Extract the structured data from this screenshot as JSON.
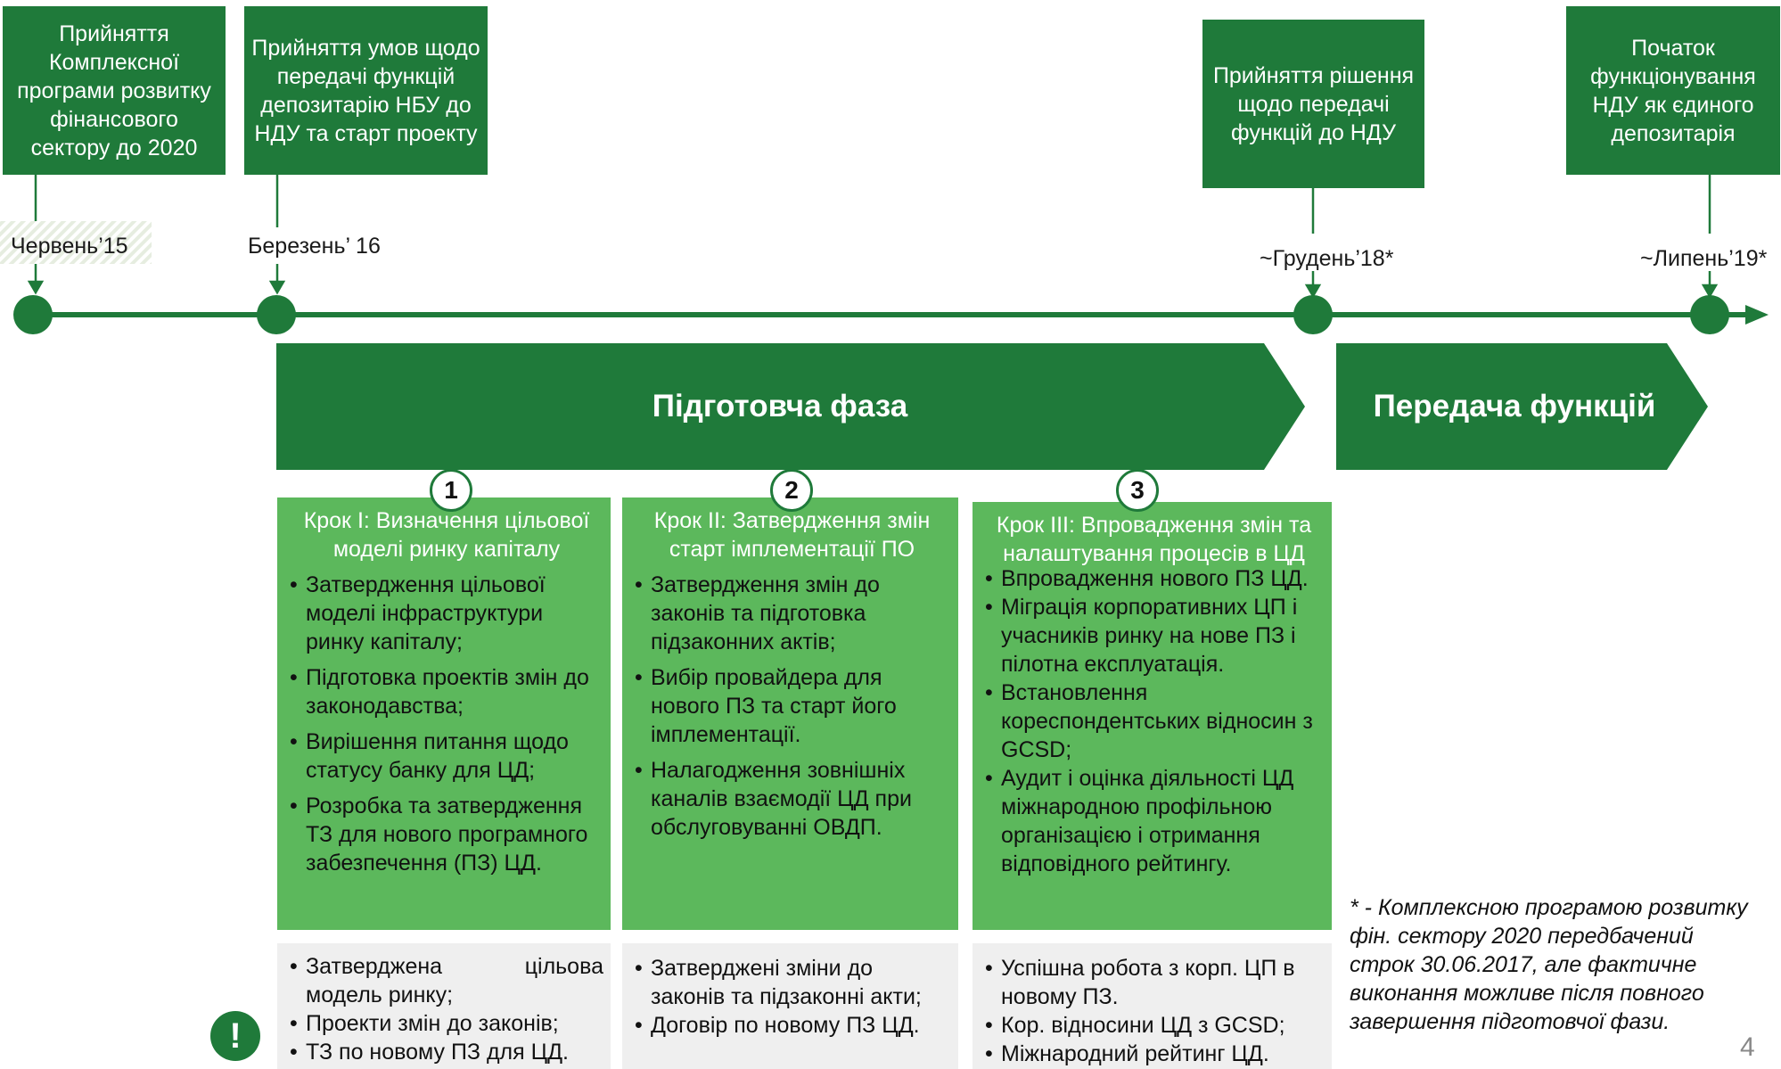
{
  "milestones": [
    {
      "box_text": "Прийняття Комплексної програми розвитку фінансового сектору до 2020",
      "date": "Червень’15"
    },
    {
      "box_text": "Прийняття умов щодо передачі функцій депозитарію НБУ до НДУ та старт проекту",
      "date": "Березень’ 16"
    },
    {
      "box_text": "Прийняття рішення щодо передачі функцій до НДУ",
      "date": "~Грудень’18*"
    },
    {
      "box_text": "Початок функціонування НДУ як єдиного депозитарія",
      "date": "~Липень’19*"
    }
  ],
  "phases": {
    "prep": "Підготовча фаза",
    "transfer": "Передача функцій"
  },
  "steps": [
    {
      "number": "1",
      "title": "Крок І: Визначення цільової моделі ринку капіталу",
      "bullets": [
        "Затвердження цільової моделі інфраструктури ринку капіталу;",
        "Підготовка проектів змін до законодавства;",
        "Вирішення питання щодо статусу банку для ЦД;",
        "Розробка та затвердження ТЗ для нового програмного забезпечення (ПЗ) ЦД."
      ],
      "results": [
        "Затверджена цільова модель ринку;",
        "Проекти змін до законів;",
        "ТЗ по новому ПЗ для ЦД."
      ]
    },
    {
      "number": "2",
      "title": "Крок ІІ: Затвердження змін старт імплементації ПО",
      "bullets": [
        "Затвердження змін до законів та підготовка підзаконних актів;",
        "Вибір провайдера для нового ПЗ та старт його імплементації.",
        "Налагодження зовнішніх каналів взаємодії ЦД при обслуговуванні ОВДП."
      ],
      "results": [
        "Затверджені зміни до законів та підзаконні акти;",
        "Договір по новому ПЗ ЦД."
      ]
    },
    {
      "number": "3",
      "title": "Крок ІІІ: Впровадження змін та налаштування процесів в ЦД",
      "bullets": [
        "Впровадження нового ПЗ ЦД.",
        "Міграція корпоративних ЦП і учасників ринку на нове ПЗ і пілотна експлуатація.",
        "Встановлення кореспондентських відносин з GCSD;",
        "Аудит і оцінка діяльності ЦД міжнародною профільною організацією і отримання відповідного рейтингу."
      ],
      "results": [
        "Успішна робота з корп. ЦП в новому ПЗ.",
        "Кор. відносини ЦД з GCSD;",
        "Міжнародний рейтинг ЦД."
      ]
    }
  ],
  "warning_symbol": "!",
  "footnote": "* - Комплексною програмою розвитку фін. сектору 2020 передбачений строк 30.06.2017, але фактичне виконання можливе після повного завершення підготовчої фази.",
  "page_number": "4",
  "colors": {
    "dark_green": "#1f7a3a",
    "light_green": "#5cb85c",
    "result_bg": "#efefef"
  }
}
